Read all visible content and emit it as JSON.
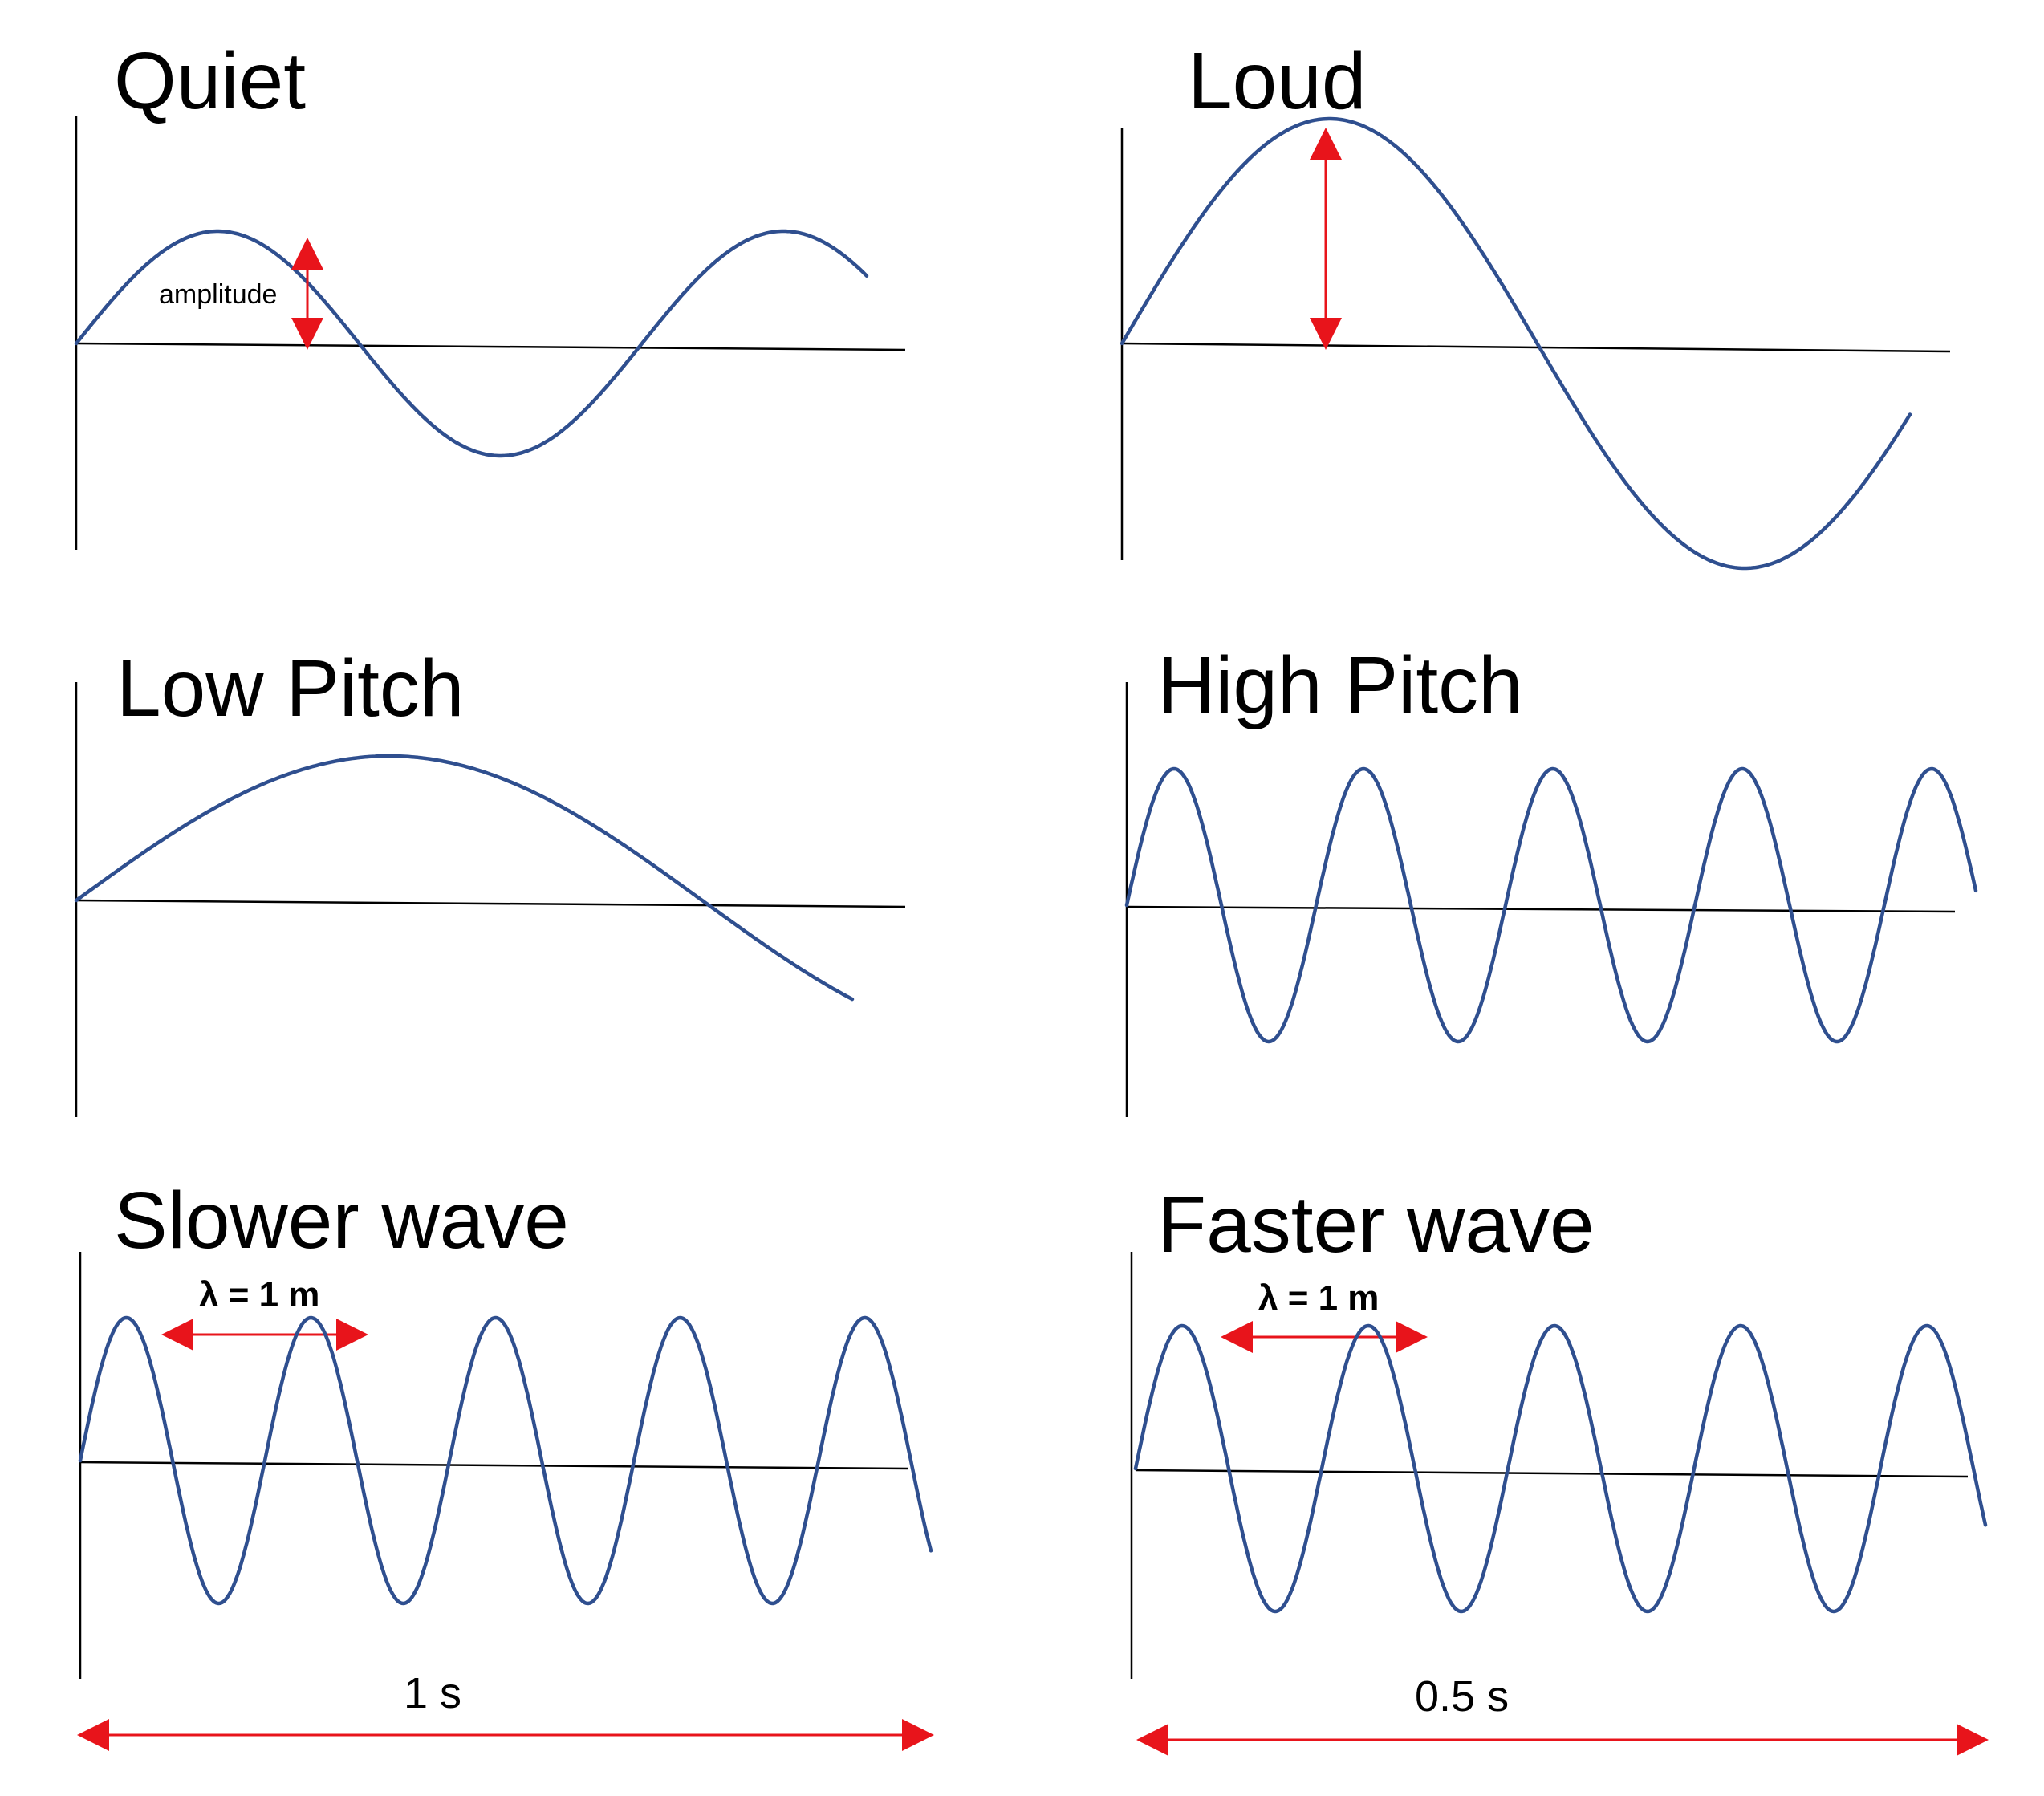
{
  "colors": {
    "wave": "#2f4f8f",
    "arrow": "#e8141b",
    "axis": "#000000"
  },
  "panels": [
    {
      "id": "quiet",
      "title": "Quiet",
      "amplitude_label": "amplitude"
    },
    {
      "id": "loud",
      "title": "Loud"
    },
    {
      "id": "low-pitch",
      "title": "Low Pitch"
    },
    {
      "id": "high-pitch",
      "title": "High Pitch"
    },
    {
      "id": "slower-wave",
      "title": "Slower wave",
      "wavelength_label": "λ = 1 m",
      "duration_label": "1 s"
    },
    {
      "id": "faster-wave",
      "title": "Faster wave",
      "wavelength_label": "λ = 1 m",
      "duration_label": "0.5 s"
    }
  ]
}
